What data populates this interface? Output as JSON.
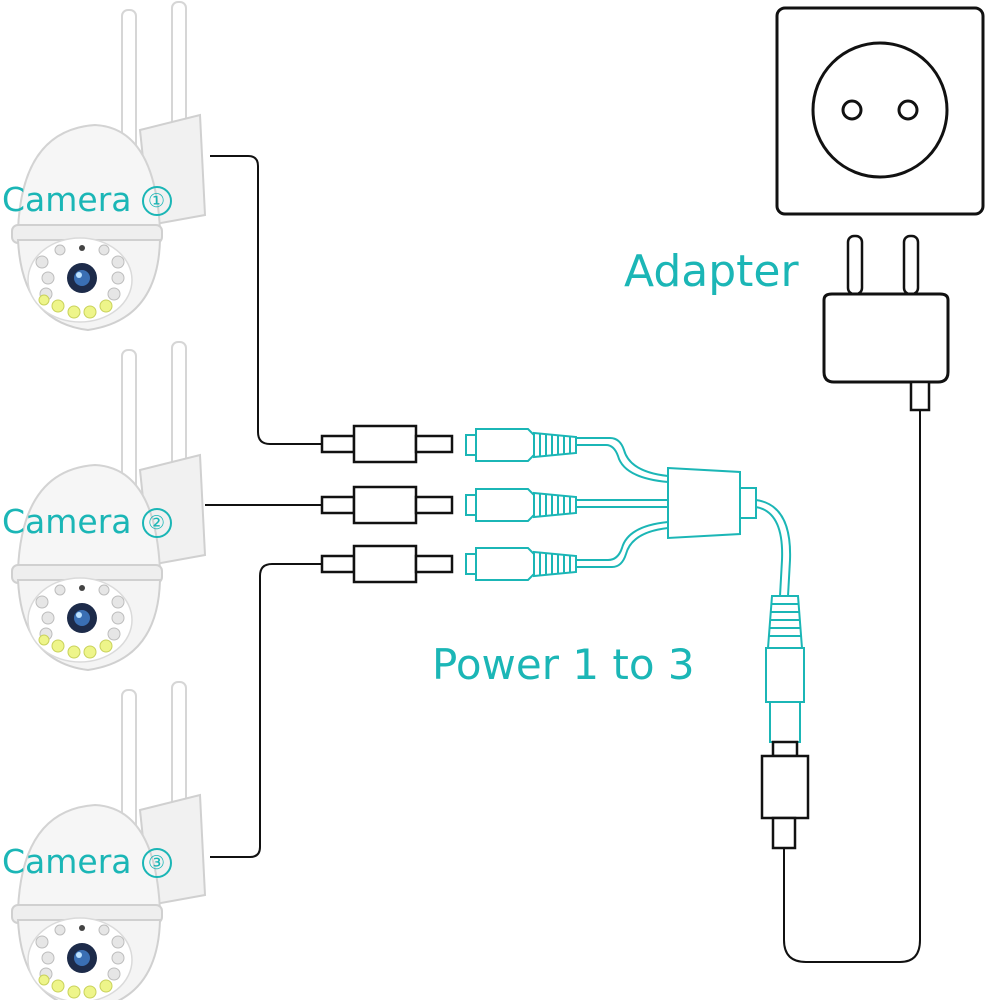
{
  "labels": {
    "camera_1": "Camera",
    "camera_1_num": "①",
    "camera_2": "Camera",
    "camera_2_num": "②",
    "camera_3": "Camera",
    "camera_3_num": "③",
    "adapter": "Adapter",
    "splitter": "Power 1 to 3"
  },
  "colors": {
    "accent": "#1bb6b6",
    "line": "#111111",
    "camera_body": "#f3f3f3"
  }
}
